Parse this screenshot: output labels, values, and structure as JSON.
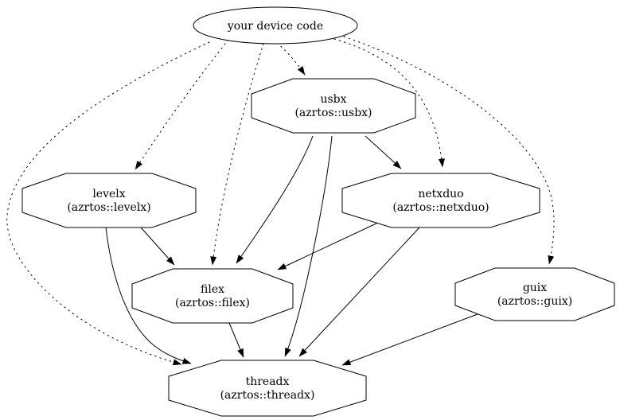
{
  "diagram": {
    "type": "dependency-graph",
    "background_color": "#ffffff",
    "line_color": "#000000",
    "nodes": {
      "device_code": {
        "label": "your device code",
        "shape": "ellipse"
      },
      "usbx": {
        "label": "usbx",
        "sublabel": "(azrtos::usbx)",
        "shape": "octagon"
      },
      "levelx": {
        "label": "levelx",
        "sublabel": "(azrtos::levelx)",
        "shape": "octagon"
      },
      "netxduo": {
        "label": "netxduo",
        "sublabel": "(azrtos::netxduo)",
        "shape": "octagon"
      },
      "filex": {
        "label": "filex",
        "sublabel": "(azrtos::filex)",
        "shape": "octagon"
      },
      "guix": {
        "label": "guix",
        "sublabel": "(azrtos::guix)",
        "shape": "octagon"
      },
      "threadx": {
        "label": "threadx",
        "sublabel": "(azrtos::threadx)",
        "shape": "octagon"
      }
    },
    "edges": [
      {
        "from": "your device code",
        "to": "usbx",
        "style": "dotted"
      },
      {
        "from": "your device code",
        "to": "levelx",
        "style": "dotted"
      },
      {
        "from": "your device code",
        "to": "netxduo",
        "style": "dotted"
      },
      {
        "from": "your device code",
        "to": "filex",
        "style": "dotted"
      },
      {
        "from": "your device code",
        "to": "guix",
        "style": "dotted"
      },
      {
        "from": "your device code",
        "to": "threadx",
        "style": "dotted"
      },
      {
        "from": "usbx",
        "to": "netxduo",
        "style": "solid"
      },
      {
        "from": "usbx",
        "to": "filex",
        "style": "solid"
      },
      {
        "from": "usbx",
        "to": "threadx",
        "style": "solid"
      },
      {
        "from": "levelx",
        "to": "filex",
        "style": "solid"
      },
      {
        "from": "levelx",
        "to": "threadx",
        "style": "solid"
      },
      {
        "from": "netxduo",
        "to": "filex",
        "style": "solid"
      },
      {
        "from": "netxduo",
        "to": "threadx",
        "style": "solid"
      },
      {
        "from": "filex",
        "to": "threadx",
        "style": "solid"
      },
      {
        "from": "guix",
        "to": "threadx",
        "style": "solid"
      }
    ]
  }
}
